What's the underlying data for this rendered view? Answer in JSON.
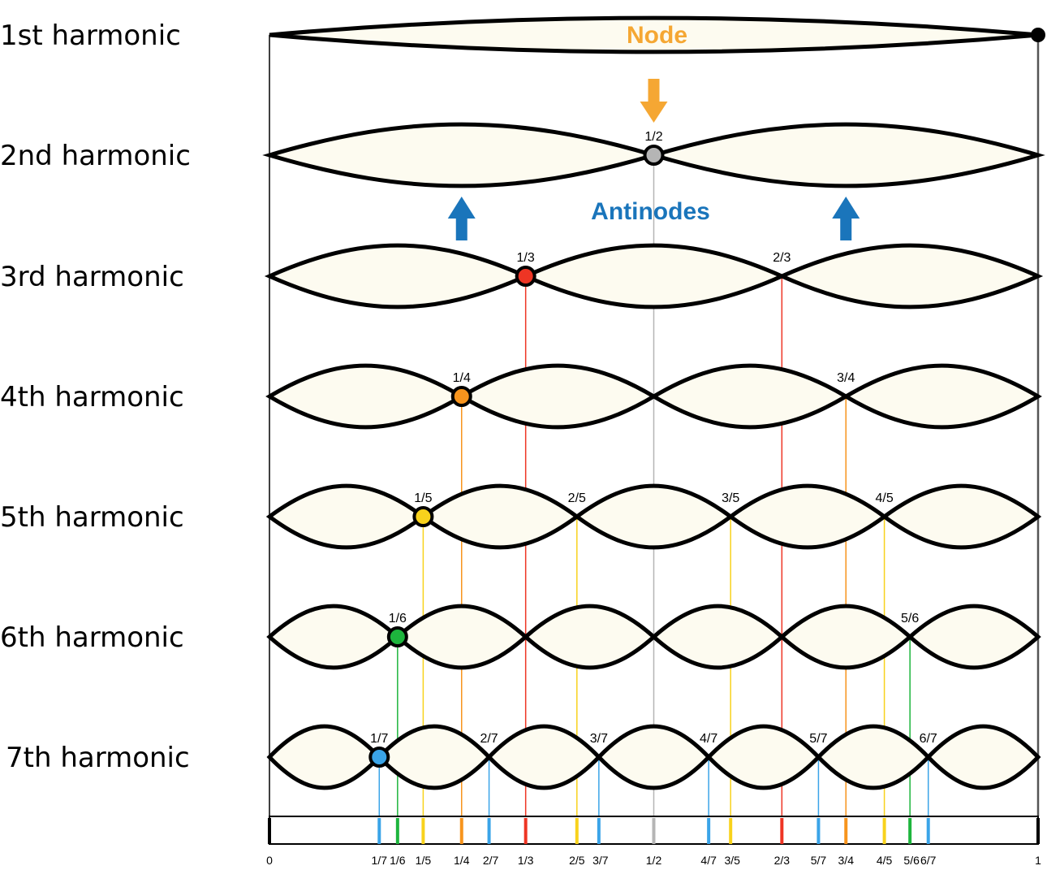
{
  "colors": {
    "lobe_fill": "#fdfbf0",
    "stroke": "#000000",
    "node_accent": "#f5a733",
    "antinode_accent": "#1a75bb",
    "half": "#b5b5b5",
    "third": "#ee3524",
    "quarter": "#f7941d",
    "fifth": "#f8d21c",
    "sixth": "#1db53d",
    "seventh": "#3aa4e8"
  },
  "callouts": {
    "node": "Node",
    "antinodes": "Antinodes"
  },
  "harmonics": [
    {
      "n": 1,
      "label": "1st harmonic",
      "nodes": []
    },
    {
      "n": 2,
      "label": "2nd harmonic",
      "marker_color": "half",
      "nodes": [
        {
          "frac": "1/2",
          "labeled": true
        }
      ]
    },
    {
      "n": 3,
      "label": "3rd harmonic",
      "marker_color": "third",
      "nodes": [
        {
          "frac": "1/3",
          "labeled": true
        },
        {
          "frac": "2/3",
          "labeled": true
        }
      ]
    },
    {
      "n": 4,
      "label": "4th harmonic",
      "marker_color": "quarter",
      "nodes": [
        {
          "frac": "1/4",
          "labeled": true
        },
        {
          "frac": "2/4",
          "labeled": false
        },
        {
          "frac": "3/4",
          "labeled": true
        }
      ]
    },
    {
      "n": 5,
      "label": "5th harmonic",
      "marker_color": "fifth",
      "nodes": [
        {
          "frac": "1/5",
          "labeled": true
        },
        {
          "frac": "2/5",
          "labeled": true
        },
        {
          "frac": "3/5",
          "labeled": true
        },
        {
          "frac": "4/5",
          "labeled": true
        }
      ]
    },
    {
      "n": 6,
      "label": "6th harmonic",
      "marker_color": "sixth",
      "nodes": [
        {
          "frac": "1/6",
          "labeled": true
        },
        {
          "frac": "2/6",
          "labeled": false
        },
        {
          "frac": "3/6",
          "labeled": false
        },
        {
          "frac": "4/6",
          "labeled": false
        },
        {
          "frac": "5/6",
          "labeled": true
        }
      ]
    },
    {
      "n": 7,
      "label": "7th harmonic",
      "marker_color": "seventh",
      "nodes": [
        {
          "frac": "1/7",
          "labeled": true
        },
        {
          "frac": "2/7",
          "labeled": true
        },
        {
          "frac": "3/7",
          "labeled": true
        },
        {
          "frac": "4/7",
          "labeled": true
        },
        {
          "frac": "5/7",
          "labeled": true
        },
        {
          "frac": "6/7",
          "labeled": true
        }
      ]
    }
  ],
  "scale": {
    "ticks": [
      {
        "frac": "0",
        "label": "0",
        "color": "stroke"
      },
      {
        "frac": "1/7",
        "label": "1/7",
        "color": "seventh"
      },
      {
        "frac": "1/6",
        "label": "1/6",
        "color": "sixth"
      },
      {
        "frac": "1/5",
        "label": "1/5",
        "color": "fifth"
      },
      {
        "frac": "1/4",
        "label": "1/4",
        "color": "quarter"
      },
      {
        "frac": "2/7",
        "label": "2/7",
        "color": "seventh"
      },
      {
        "frac": "1/3",
        "label": "1/3",
        "color": "third"
      },
      {
        "frac": "2/5",
        "label": "2/5",
        "color": "fifth"
      },
      {
        "frac": "3/7",
        "label": "3/7",
        "color": "seventh"
      },
      {
        "frac": "1/2",
        "label": "1/2",
        "color": "half"
      },
      {
        "frac": "4/7",
        "label": "4/7",
        "color": "seventh"
      },
      {
        "frac": "3/5",
        "label": "3/5",
        "color": "fifth"
      },
      {
        "frac": "2/3",
        "label": "2/3",
        "color": "third"
      },
      {
        "frac": "5/7",
        "label": "5/7",
        "color": "seventh"
      },
      {
        "frac": "3/4",
        "label": "3/4",
        "color": "quarter"
      },
      {
        "frac": "4/5",
        "label": "4/5",
        "color": "fifth"
      },
      {
        "frac": "5/6",
        "label": "5/6",
        "color": "sixth"
      },
      {
        "frac": "6/7",
        "label": "6/7",
        "color": "seventh"
      },
      {
        "frac": "1",
        "label": "1",
        "color": "stroke"
      }
    ]
  },
  "guides": [
    {
      "frac": "1/2",
      "from_n": 2,
      "color": "half"
    },
    {
      "frac": "1/3",
      "from_n": 3,
      "color": "third"
    },
    {
      "frac": "2/3",
      "from_n": 3,
      "color": "third"
    },
    {
      "frac": "1/4",
      "from_n": 4,
      "color": "quarter"
    },
    {
      "frac": "3/4",
      "from_n": 4,
      "color": "quarter"
    },
    {
      "frac": "1/5",
      "from_n": 5,
      "color": "fifth"
    },
    {
      "frac": "2/5",
      "from_n": 5,
      "color": "fifth"
    },
    {
      "frac": "3/5",
      "from_n": 5,
      "color": "fifth"
    },
    {
      "frac": "4/5",
      "from_n": 5,
      "color": "fifth"
    },
    {
      "frac": "1/6",
      "from_n": 6,
      "color": "sixth"
    },
    {
      "frac": "5/6",
      "from_n": 6,
      "color": "sixth"
    },
    {
      "frac": "1/7",
      "from_n": 7,
      "color": "seventh"
    },
    {
      "frac": "2/7",
      "from_n": 7,
      "color": "seventh"
    },
    {
      "frac": "3/7",
      "from_n": 7,
      "color": "seventh"
    },
    {
      "frac": "4/7",
      "from_n": 7,
      "color": "seventh"
    },
    {
      "frac": "5/7",
      "from_n": 7,
      "color": "seventh"
    },
    {
      "frac": "6/7",
      "from_n": 7,
      "color": "seventh"
    }
  ]
}
